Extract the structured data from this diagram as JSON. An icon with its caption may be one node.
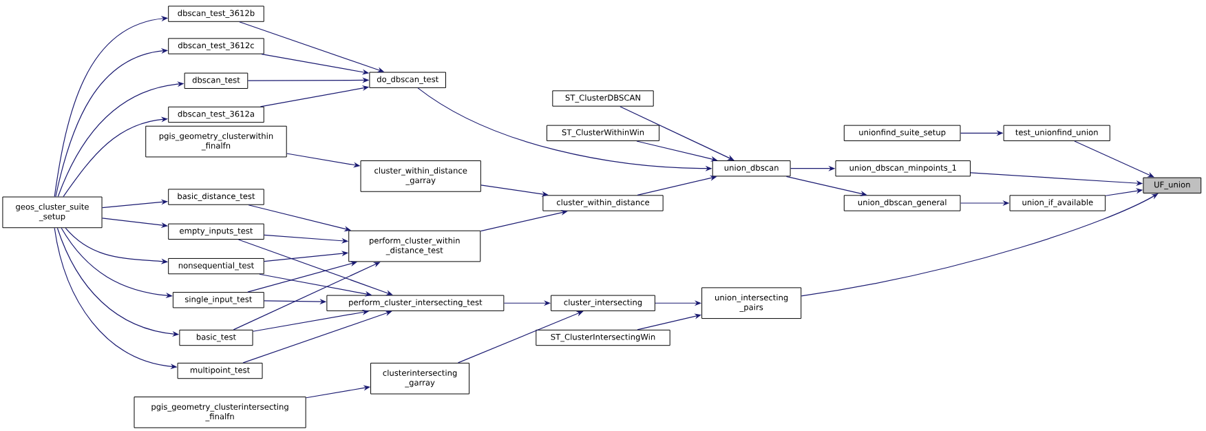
{
  "diagram": {
    "nodes": [
      {
        "text": [
          "UF_union"
        ]
      },
      {
        "text": [
          "test_unionfind_union"
        ]
      },
      {
        "text": [
          "unionfind_suite_setup"
        ]
      },
      {
        "text": [
          "union_dbscan_minpoints_1"
        ]
      },
      {
        "text": [
          "union_dbscan"
        ]
      },
      {
        "text": [
          "ST_ClusterDBSCAN"
        ]
      },
      {
        "text": [
          "ST_ClusterWithinWin"
        ]
      },
      {
        "text": [
          "do_dbscan_test"
        ]
      },
      {
        "text": [
          "dbscan_test_3612b"
        ]
      },
      {
        "text": [
          "dbscan_test_3612c"
        ]
      },
      {
        "text": [
          "dbscan_test"
        ]
      },
      {
        "text": [
          "dbscan_test_3612a"
        ]
      },
      {
        "text": [
          "geos_cluster_suite _setup"
        ]
      },
      {
        "text": [
          "pgis_geometry_clusterwithin _finalfn"
        ]
      },
      {
        "text": [
          "cluster_within_distance _garray"
        ]
      },
      {
        "text": [
          "cluster_within_distance"
        ]
      },
      {
        "text": [
          "basic_distance_test"
        ]
      },
      {
        "text": [
          "empty_inputs_test"
        ]
      },
      {
        "text": [
          "perform_cluster_within _distance_test"
        ]
      },
      {
        "text": [
          "nonsequential_test"
        ]
      },
      {
        "text": [
          "single_input_test"
        ]
      },
      {
        "text": [
          "perform_cluster_intersecting_test"
        ]
      },
      {
        "text": [
          "basic_test"
        ]
      },
      {
        "text": [
          "multipoint_test"
        ]
      },
      {
        "text": [
          "cluster_intersecting"
        ]
      },
      {
        "text": [
          "union_dbscan_general"
        ]
      },
      {
        "text": [
          "union_if_available"
        ]
      },
      {
        "text": [
          "union_intersecting _pairs"
        ]
      },
      {
        "text": [
          "ST_ClusterIntersectingWin"
        ]
      },
      {
        "text": [
          "clusterintersecting _garray"
        ]
      },
      {
        "text": [
          "pgis_geometry_clusterintersecting _finalfn"
        ]
      }
    ],
    "edges": [
      {
        "from": 1,
        "to": 0,
        "arrow": "to"
      },
      {
        "from": 3,
        "to": 0,
        "arrow": "to"
      },
      {
        "from": 26,
        "to": 0,
        "arrow": "to"
      },
      {
        "from": 27,
        "to": 0,
        "arrow": "to"
      },
      {
        "from": 2,
        "to": 1,
        "arrow": "to"
      },
      {
        "from": 4,
        "to": 3,
        "arrow": "to"
      },
      {
        "from": 5,
        "to": 4,
        "arrow": "to"
      },
      {
        "from": 6,
        "to": 4,
        "arrow": "to"
      },
      {
        "from": 7,
        "to": 4,
        "arrow": "to"
      },
      {
        "from": 15,
        "to": 4,
        "arrow": "to"
      },
      {
        "from": 4,
        "to": 25,
        "arrow": "to"
      },
      {
        "from": 25,
        "to": 26,
        "arrow": "to"
      },
      {
        "from": 8,
        "to": 7,
        "arrow": "to"
      },
      {
        "from": 9,
        "to": 7,
        "arrow": "to"
      },
      {
        "from": 10,
        "to": 7,
        "arrow": "to"
      },
      {
        "from": 11,
        "to": 7,
        "arrow": "to"
      },
      {
        "from": 12,
        "to": 8,
        "arrow": "to"
      },
      {
        "from": 12,
        "to": 9,
        "arrow": "to"
      },
      {
        "from": 12,
        "to": 10,
        "arrow": "to"
      },
      {
        "from": 12,
        "to": 11,
        "arrow": "to"
      },
      {
        "from": 12,
        "to": 16,
        "arrow": "to"
      },
      {
        "from": 12,
        "to": 17,
        "arrow": "to"
      },
      {
        "from": 12,
        "to": 19,
        "arrow": "to"
      },
      {
        "from": 12,
        "to": 20,
        "arrow": "to"
      },
      {
        "from": 12,
        "to": 22,
        "arrow": "to"
      },
      {
        "from": 12,
        "to": 23,
        "arrow": "to"
      },
      {
        "from": 13,
        "to": 14,
        "arrow": "to"
      },
      {
        "from": 14,
        "to": 15,
        "arrow": "to"
      },
      {
        "from": 18,
        "to": 15,
        "arrow": "to"
      },
      {
        "from": 16,
        "to": 18,
        "arrow": "to"
      },
      {
        "from": 17,
        "to": 18,
        "arrow": "to"
      },
      {
        "from": 19,
        "to": 18,
        "arrow": "to"
      },
      {
        "from": 20,
        "to": 18,
        "arrow": "to"
      },
      {
        "from": 22,
        "to": 18,
        "arrow": "to"
      },
      {
        "from": 17,
        "to": 21,
        "arrow": "to"
      },
      {
        "from": 19,
        "to": 21,
        "arrow": "to"
      },
      {
        "from": 20,
        "to": 21,
        "arrow": "to"
      },
      {
        "from": 22,
        "to": 21,
        "arrow": "to"
      },
      {
        "from": 23,
        "to": 21,
        "arrow": "to"
      },
      {
        "from": 21,
        "to": 24,
        "arrow": "to"
      },
      {
        "from": 24,
        "to": 27,
        "arrow": "to"
      },
      {
        "from": 28,
        "to": 27,
        "arrow": "to"
      },
      {
        "from": 29,
        "to": 24,
        "arrow": "to"
      },
      {
        "from": 30,
        "to": 29,
        "arrow": "to"
      }
    ]
  }
}
